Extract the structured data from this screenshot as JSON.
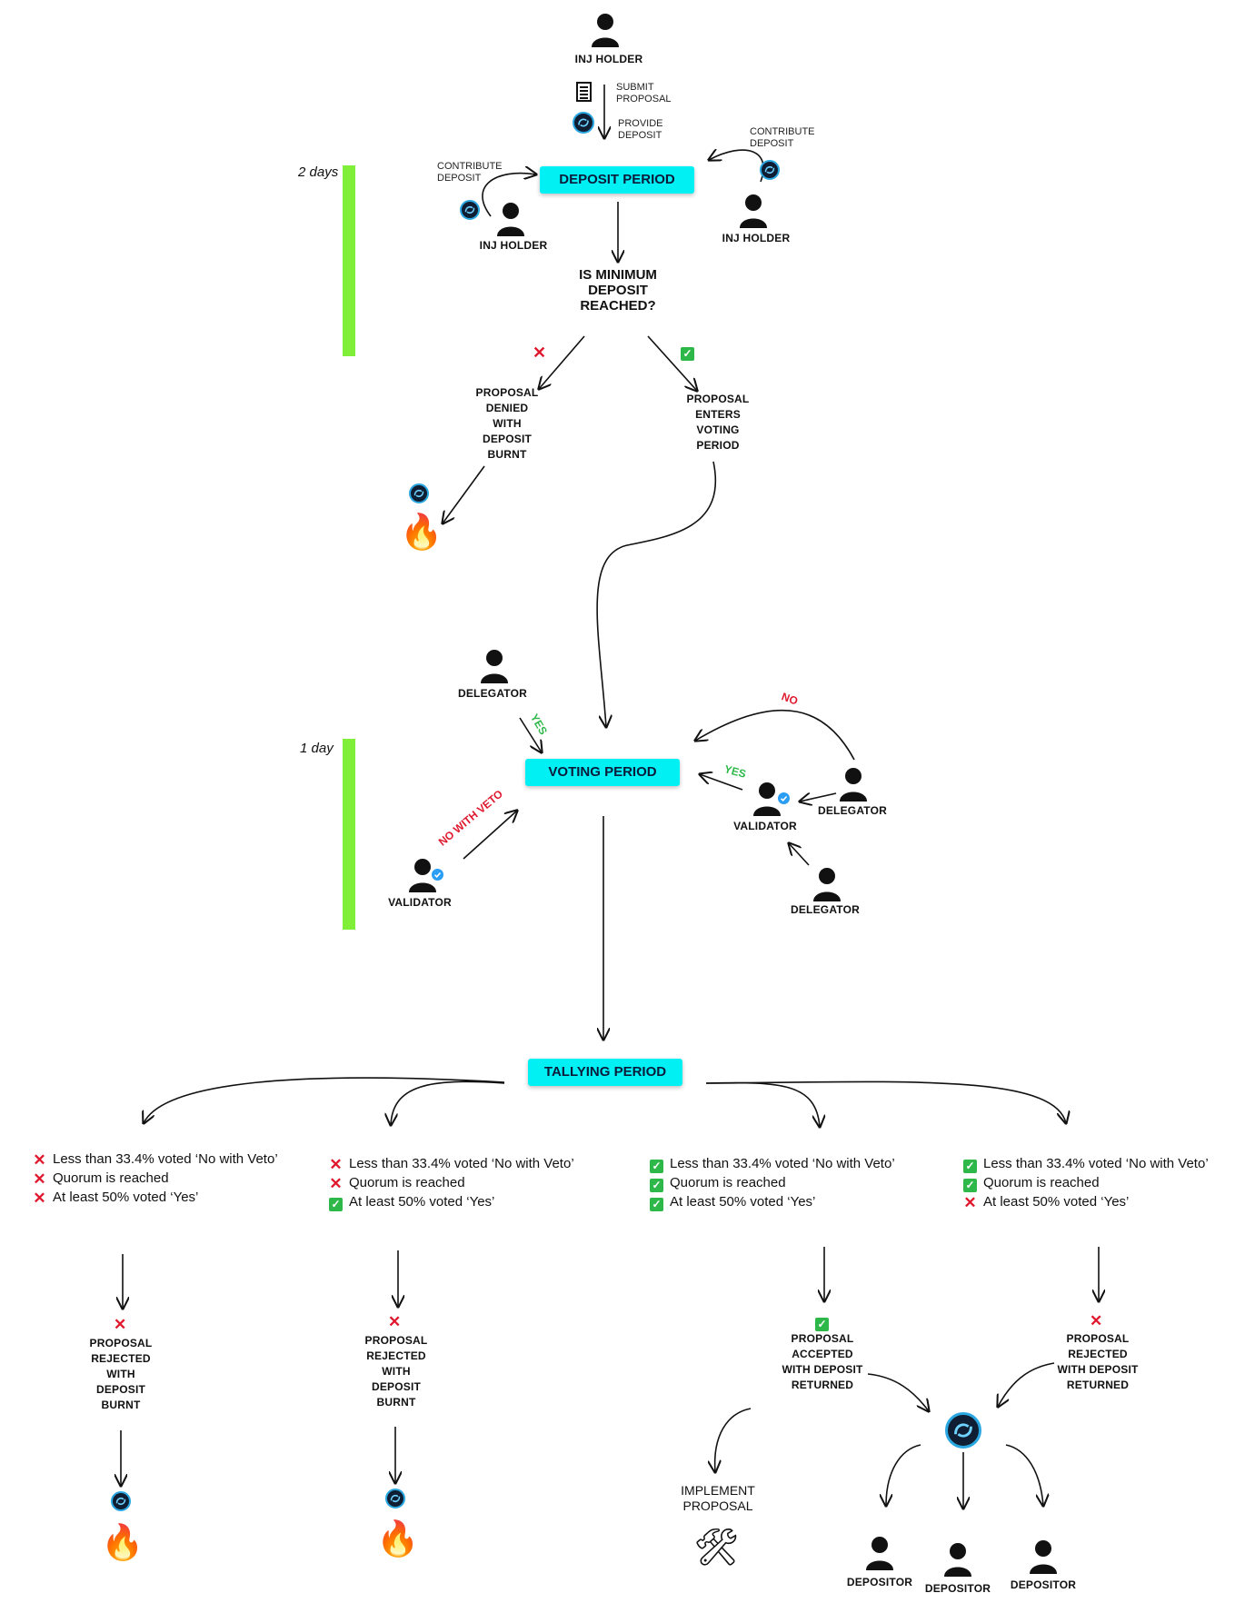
{
  "colors": {
    "phase_bg": "#00f0f4",
    "timeline_bar": "#7fef3a",
    "yes": "#2fb84a",
    "no": "#e0182e"
  },
  "top": {
    "holder": "INJ HOLDER",
    "submit": "SUBMIT PROPOSAL",
    "provide": "PROVIDE DEPOSIT"
  },
  "deposit": {
    "phase": "DEPOSIT PERIOD",
    "duration": "2 days",
    "contribute_left": "CONTRIBUTE DEPOSIT",
    "contribute_right": "CONTRIBUTE DEPOSIT",
    "holder_left": "INJ HOLDER",
    "holder_right": "INJ HOLDER",
    "question": "IS MINIMUM DEPOSIT REACHED?",
    "denied": "PROPOSAL DENIED WITH DEPOSIT BURNT",
    "enters": "PROPOSAL ENTERS VOTING PERIOD"
  },
  "voting": {
    "phase": "VOTING PERIOD",
    "duration": "1 day",
    "delegator_top": "DELEGATOR",
    "vote_yes_left": "YES",
    "vote_veto": "NO WITH VETO",
    "validator_left": "VALIDATOR",
    "vote_no": "NO",
    "vote_yes_right": "YES",
    "validator_right": "VALIDATOR",
    "delegator_right": "DELEGATOR",
    "delegator_bottom": "DELEGATOR"
  },
  "tallying": {
    "phase": "TALLYING PERIOD",
    "branches": [
      {
        "conditions": [
          {
            "ok": false,
            "text": "Less than 33.4% voted ‘No with Veto’"
          },
          {
            "ok": false,
            "text": "Quorum is reached"
          },
          {
            "ok": false,
            "text": "At least 50% voted ‘Yes’"
          }
        ],
        "result_ok": false,
        "result": "PROPOSAL REJECTED WITH DEPOSIT BURNT"
      },
      {
        "conditions": [
          {
            "ok": false,
            "text": "Less than 33.4% voted ‘No with Veto’"
          },
          {
            "ok": false,
            "text": "Quorum is reached"
          },
          {
            "ok": true,
            "text": "At least 50% voted ‘Yes’"
          }
        ],
        "result_ok": false,
        "result": "PROPOSAL REJECTED WITH DEPOSIT BURNT"
      },
      {
        "conditions": [
          {
            "ok": true,
            "text": "Less than 33.4% voted ‘No with Veto’"
          },
          {
            "ok": true,
            "text": "Quorum is reached"
          },
          {
            "ok": true,
            "text": "At least 50% voted ‘Yes’"
          }
        ],
        "result_ok": true,
        "result": "PROPOSAL ACCEPTED WITH DEPOSIT RETURNED"
      },
      {
        "conditions": [
          {
            "ok": true,
            "text": "Less than 33.4% voted ‘No with Veto’"
          },
          {
            "ok": true,
            "text": "Quorum is reached"
          },
          {
            "ok": false,
            "text": "At least 50% voted ‘Yes’"
          }
        ],
        "result_ok": false,
        "result": "PROPOSAL REJECTED WITH DEPOSIT RETURNED"
      }
    ],
    "implement": "IMPLEMENT PROPOSAL",
    "depositors": [
      "DEPOSITOR",
      "DEPOSITOR",
      "DEPOSITOR"
    ]
  },
  "icons": {
    "person": "person-icon",
    "coin": "injective-coin-icon",
    "fire": "fire-icon",
    "tools": "hammer-wrench-icon",
    "document": "document-icon",
    "verified": "verified-badge-icon",
    "check": "check-mark-icon",
    "cross": "cross-mark-icon"
  }
}
